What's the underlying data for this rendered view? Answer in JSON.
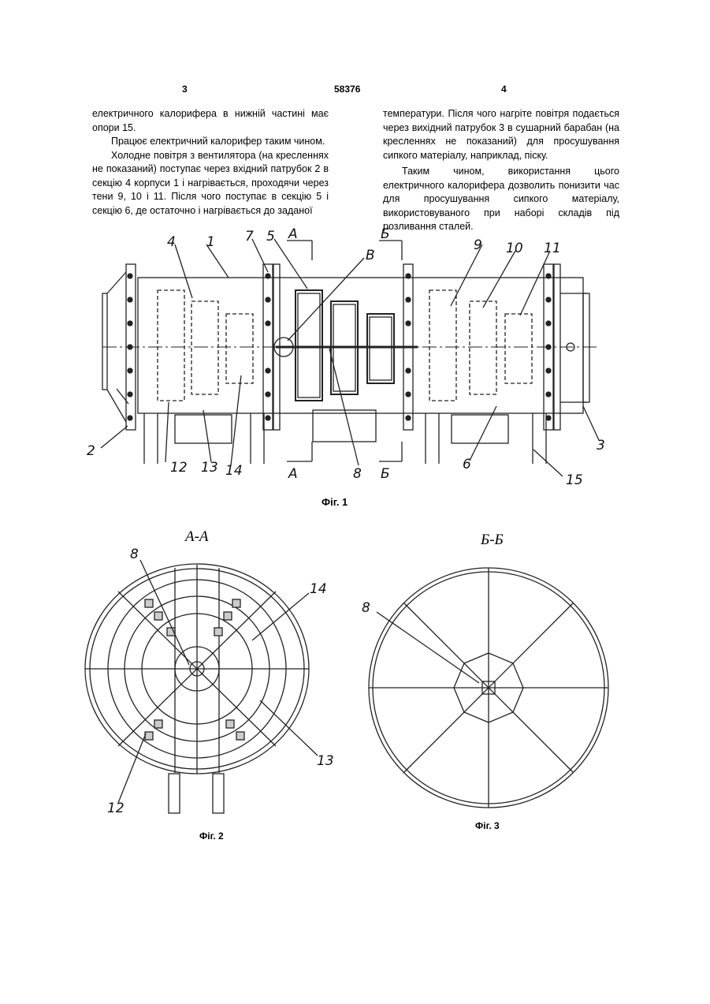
{
  "header": {
    "page_left": "3",
    "doc_number": "58376",
    "page_right": "4"
  },
  "text": {
    "left_col": [
      "електричного калорифера в нижній частині має опори 15.",
      "Працює електричний калорифер таким чином.",
      "Холодне повітря з вентилятора (на кресленнях не показаний) поступає через вхідний патрубок 2 в секцію 4 корпуси 1 і нагрівається, проходячи через тени 9, 10 і 11. Після чого поступає в секцію 5 і секцію 6, де остаточно і нагрівається до заданої"
    ],
    "right_col": [
      "температури. Після чого нагріте повітря подається через вихідний патрубок 3 в сушарний барабан (на кресленнях не показаний) для просушування сипкого матеріалу, наприклад, піску.",
      "Таким чином, використання цього електричного калорифера дозволить понизити час для просушування сипкого матеріалу, використовуваного при наборі складів під розливання сталей."
    ]
  },
  "figures": {
    "fig1_caption": "Фіг. 1",
    "fig2_caption": "Фіг. 2",
    "fig3_caption": "Фіг. 3",
    "section_aa": "А-А",
    "section_bb": "Б-Б",
    "fig1_labels": {
      "l1": "1",
      "l2": "2",
      "l3": "3",
      "l4": "4",
      "l5": "5",
      "l6": "6",
      "l7": "7",
      "l8": "8",
      "l9": "9",
      "l10": "10",
      "l11": "11",
      "l12": "12",
      "l13": "13",
      "l14": "14",
      "l15": "15",
      "lB": "В",
      "lA_top": "А",
      "lB_top": "Б",
      "lA_bot": "А",
      "lB_bot": "Б"
    },
    "fig2_labels": {
      "l8": "8",
      "l14": "14",
      "l13": "13",
      "l12": "12"
    },
    "fig3_labels": {
      "l8": "8"
    }
  }
}
